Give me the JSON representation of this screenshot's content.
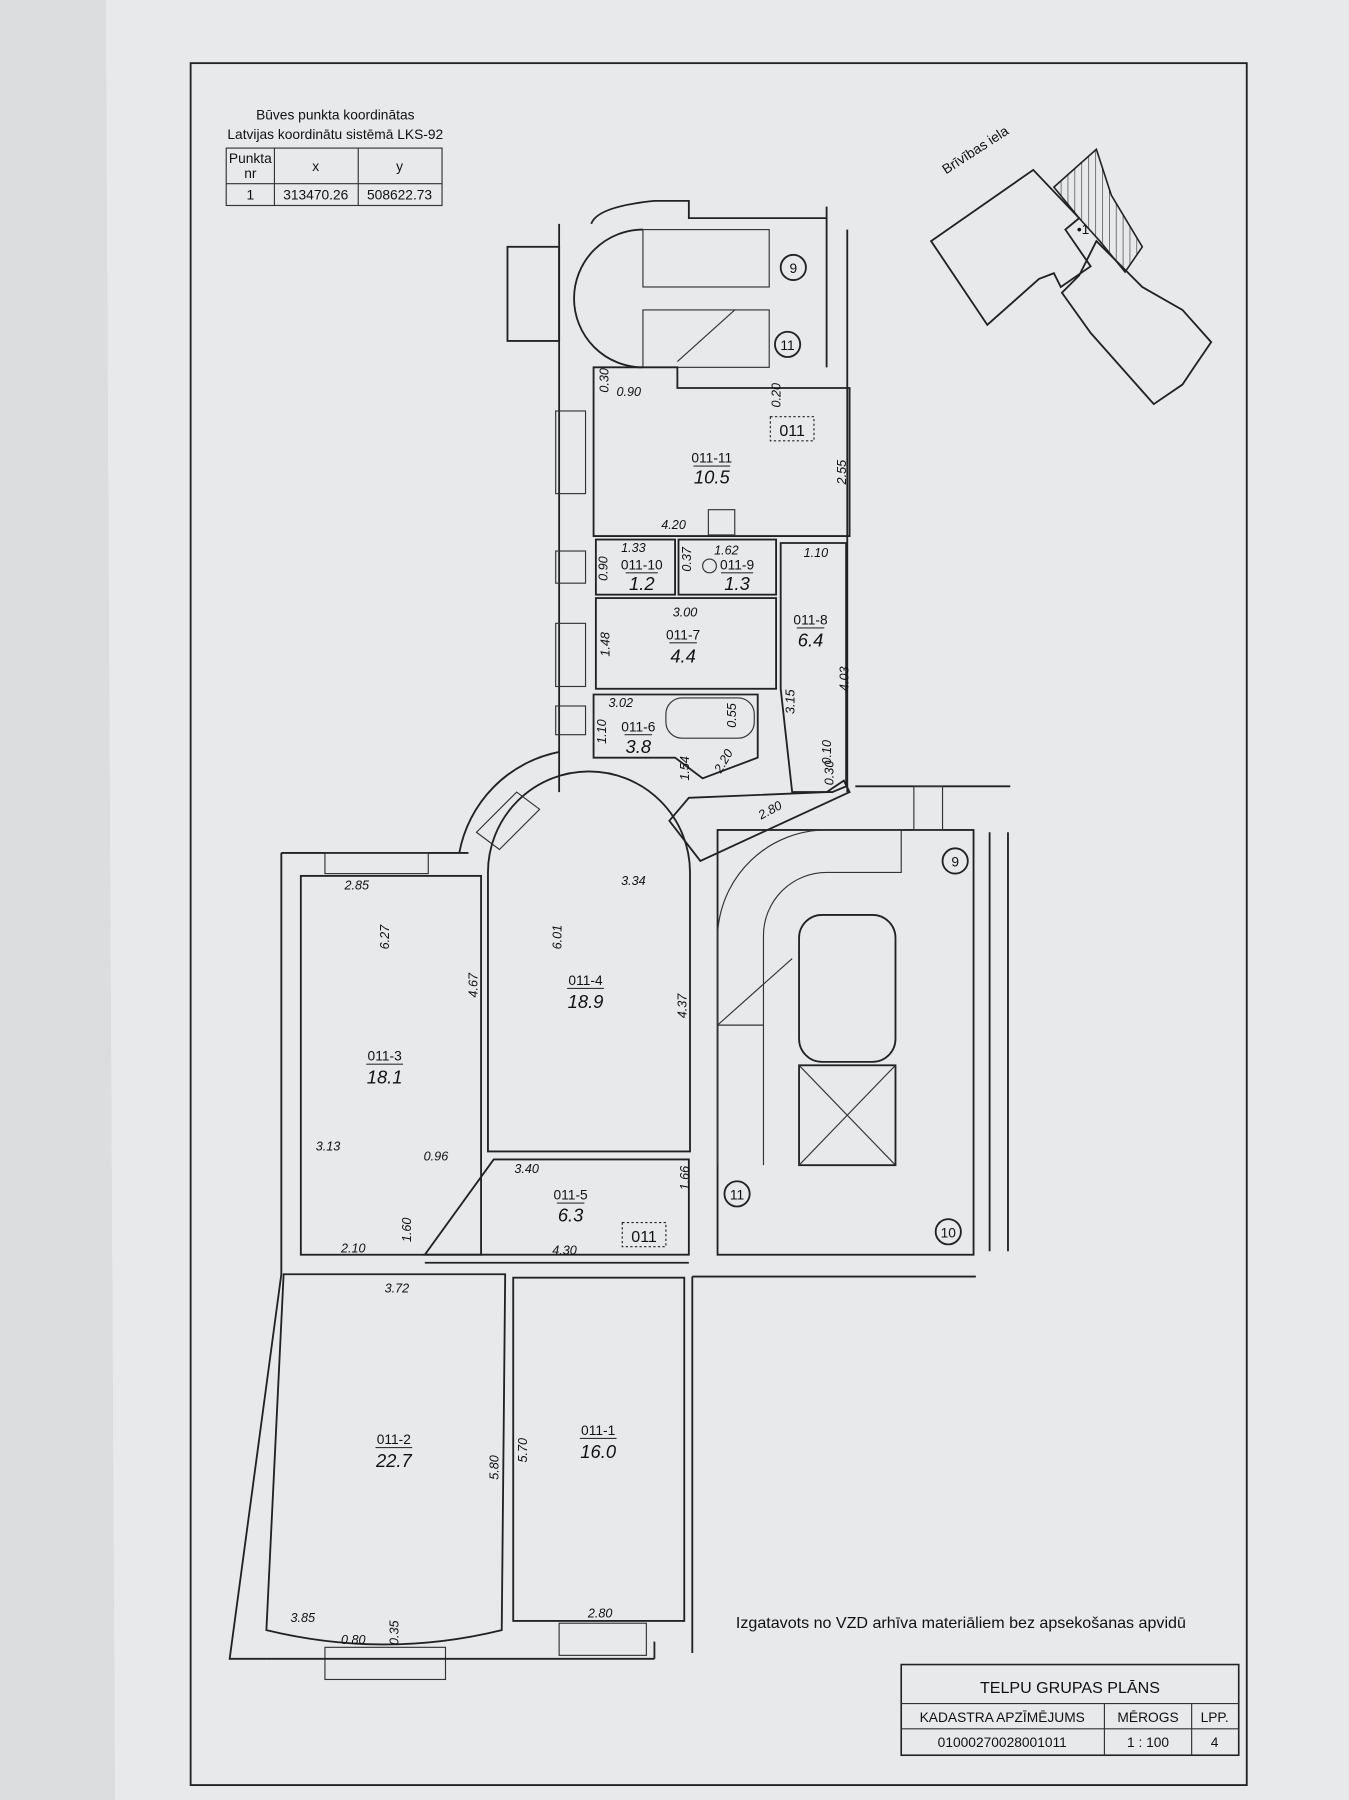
{
  "coordinates_table": {
    "title_line1": "Būves punkta koordinātas",
    "title_line2": "Latvijas koordinātu sistēmā LKS-92",
    "headers": [
      "Punkta",
      "nr",
      "x",
      "y"
    ],
    "rows": [
      [
        "1",
        "313470.26",
        "508622.73"
      ]
    ]
  },
  "location_map": {
    "street": "Brīvības iela",
    "point_label": "•1"
  },
  "rooms": [
    {
      "id": "011-11",
      "area": "10.5"
    },
    {
      "id": "011-10",
      "area": "1.2"
    },
    {
      "id": "011-9",
      "area": "1.3"
    },
    {
      "id": "011-7",
      "area": "4.4"
    },
    {
      "id": "011-8",
      "area": "6.4"
    },
    {
      "id": "011-6",
      "area": "3.8"
    },
    {
      "id": "011-4",
      "area": "18.9"
    },
    {
      "id": "011-3",
      "area": "18.1"
    },
    {
      "id": "011-5",
      "area": "6.3"
    },
    {
      "id": "011-2",
      "area": "22.7"
    },
    {
      "id": "011-1",
      "area": "16.0"
    }
  ],
  "group_tags": [
    "011",
    "011"
  ],
  "stair_markers": [
    "9",
    "11",
    "9",
    "11",
    "10"
  ],
  "dimensions": [
    "0.30",
    "0.90",
    "0.20",
    "2.55",
    "4.20",
    "1.33",
    "0.90",
    "0.37",
    "1.62",
    "1.10",
    "3.00",
    "1.48",
    "3.15",
    "4.03",
    "3.02",
    "1.10",
    "0.55",
    "1.54",
    "2.20",
    "0.10",
    "0.30",
    "2.80",
    "2.85",
    "6.27",
    "4.67",
    "3.34",
    "6.01",
    "4.37",
    "3.13",
    "0.96",
    "3.40",
    "1.66",
    "2.10",
    "1.60",
    "4.30",
    "3.72",
    "5.80",
    "5.70",
    "3.85",
    "0.80",
    "0.35",
    "2.80"
  ],
  "note": "Izgatavots no VZD arhīva materiāliem bez apsekošanas apvidū",
  "title_block": {
    "title": "TELPU GRUPAS PLĀNS",
    "col1_header": "KADASTRA APZĪMĒJUMS",
    "col2_header": "MĒROGS",
    "col3_header": "LPP.",
    "cadastral_number": "01000270028001011",
    "scale": "1 : 100",
    "page": "4"
  }
}
